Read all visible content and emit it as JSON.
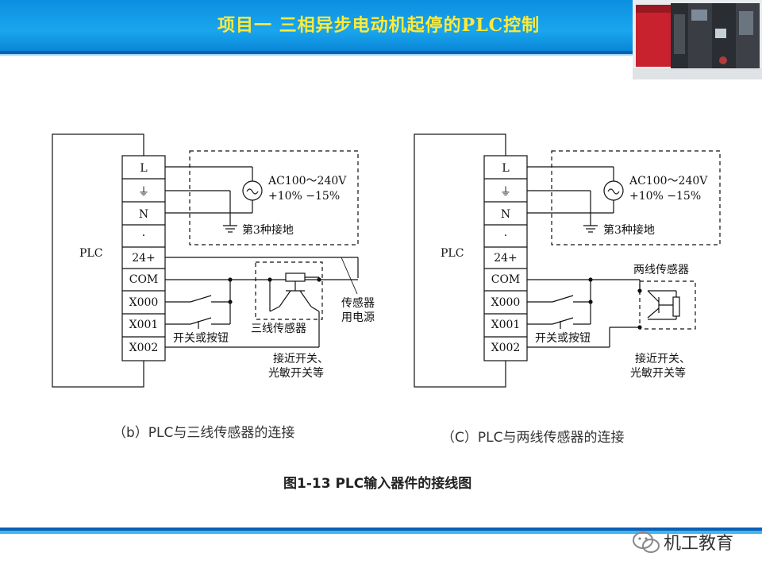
{
  "header": {
    "title": "项目一  三相异步电动机起停的PLC控制"
  },
  "diagram_b": {
    "plc_label": "PLC",
    "terminals": [
      "L",
      "⏚",
      "N",
      "·",
      "24+",
      "COM",
      "X000",
      "X001",
      "X002"
    ],
    "power_label_1": "AC100～240V",
    "power_label_2": "+10%   −15%",
    "ground_label": "第3种接地",
    "sensor_power_1": "传感器",
    "sensor_power_2": "用电源",
    "switch_label": "开关或按钮",
    "sensor_label": "三线传感器",
    "proximity_1": "接近开关、",
    "proximity_2": "光敏开关等"
  },
  "diagram_c": {
    "plc_label": "PLC",
    "terminals": [
      "L",
      "⏚",
      "N",
      "·",
      "24+",
      "COM",
      "X000",
      "X001",
      "X002"
    ],
    "power_label_1": "AC100～240V",
    "power_label_2": "+10%   −15%",
    "ground_label": "第3种接地",
    "sensor_label": "两线传感器",
    "switch_label": "开关或按钮",
    "proximity_1": "接近开关、",
    "proximity_2": "光敏开关等"
  },
  "captions": {
    "b": "（b）PLC与三线传感器的连接",
    "c": "（C）PLC与两线传感器的连接",
    "figure": "图1-13    PLC输入器件的接线图"
  },
  "watermark": {
    "text": "机工教育",
    "icon": "wechat-icon"
  },
  "colors": {
    "header": "#1aa6ee",
    "title": "#ffea3a",
    "stripe": "#0b5fb6"
  }
}
